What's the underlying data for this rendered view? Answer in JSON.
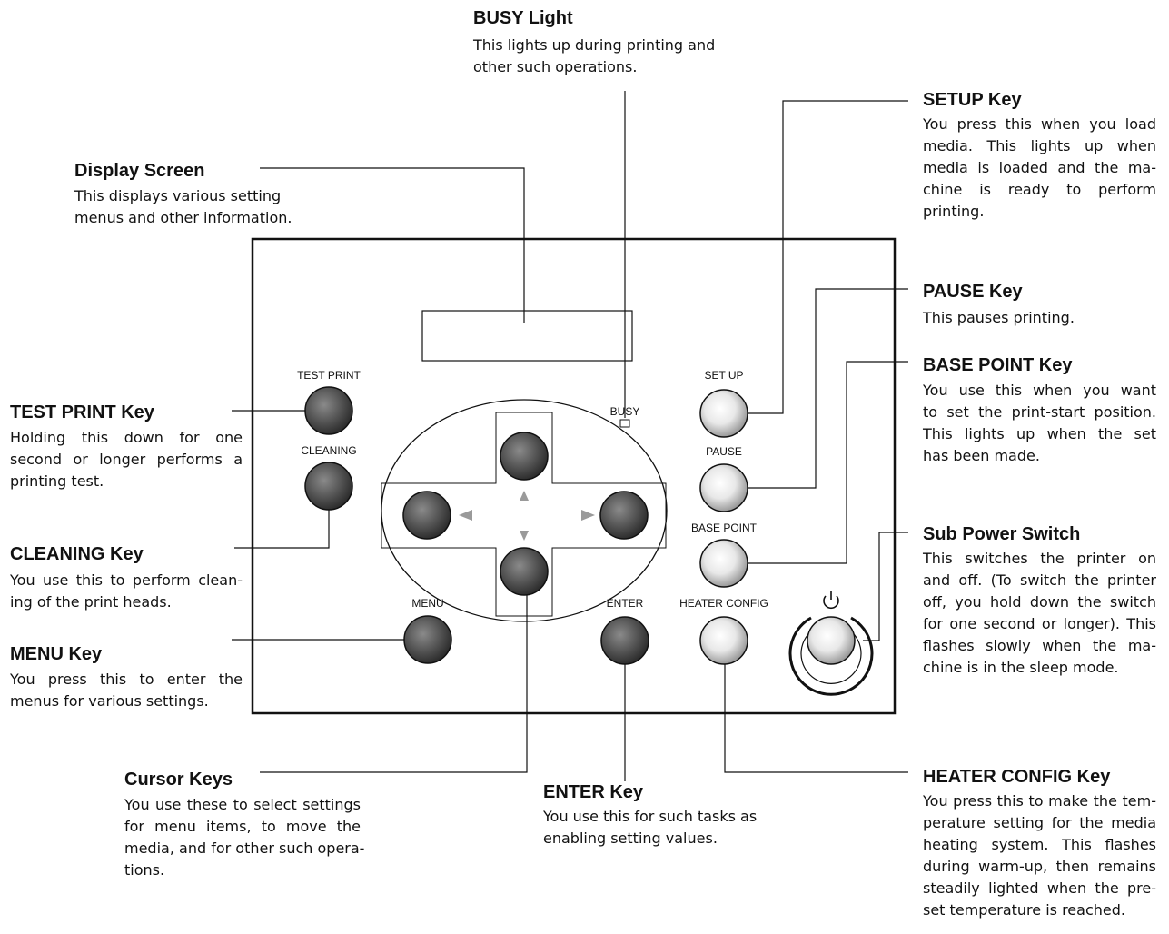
{
  "callouts": {
    "busy": {
      "title": "BUSY Light",
      "lines": [
        "This lights up during printing and",
        "other such operations."
      ]
    },
    "setup": {
      "title": "SETUP Key",
      "lines": [
        "You press this when you load",
        "media. This lights up when",
        "media is loaded and the ma-",
        "chine is ready to perform",
        "printing."
      ]
    },
    "display": {
      "title": "Display Screen",
      "lines": [
        "This displays various setting",
        "menus and other information."
      ]
    },
    "pause": {
      "title": "PAUSE Key",
      "lines": [
        "This pauses printing."
      ]
    },
    "base_point": {
      "title": "BASE POINT Key",
      "lines": [
        "You use this when you want",
        "to set the print-start position.",
        "This lights up when the set",
        "has been made."
      ]
    },
    "test_print": {
      "title": "TEST PRINT Key",
      "lines": [
        "Holding this down for one",
        "second or longer performs a",
        "printing test."
      ]
    },
    "sub_power": {
      "title": "Sub Power Switch",
      "lines": [
        "This switches the printer on",
        "and off. (To switch the printer",
        "off, you hold down the switch",
        "for one second or longer). This",
        "flashes slowly  when the ma-",
        "chine is in the sleep mode."
      ]
    },
    "cleaning": {
      "title": "CLEANING Key",
      "lines": [
        "You use this to perform clean-",
        "ing of the print heads."
      ]
    },
    "menu": {
      "title": "MENU Key",
      "lines": [
        "You press this to enter the",
        "menus for various settings."
      ]
    },
    "cursor": {
      "title": "Cursor Keys",
      "lines": [
        "You use these to select settings",
        "for menu items, to move the",
        "media, and for other such opera-",
        "tions."
      ]
    },
    "enter": {
      "title": "ENTER Key",
      "lines": [
        "You use this for such tasks as",
        "enabling setting values."
      ]
    },
    "heater": {
      "title": "HEATER CONFIG Key",
      "lines": [
        "You press this to make the tem-",
        "perature setting for the media",
        "heating system. This flashes",
        "during warm-up, then remains",
        "steadily lighted when the pre-",
        "set temperature is reached."
      ]
    }
  },
  "panel_labels": {
    "test_print": "TEST PRINT",
    "cleaning": "CLEANING",
    "busy": "BUSY",
    "set_up": "SET UP",
    "pause": "PAUSE",
    "base_point": "BASE POINT",
    "menu": "MENU",
    "enter": "ENTER",
    "heater_config": "HEATER CONFIG"
  },
  "icons": {
    "power": "power-icon",
    "arrow_up": "arrow-up-icon",
    "arrow_down": "arrow-down-icon",
    "arrow_left": "arrow-left-icon",
    "arrow_right": "arrow-right-icon"
  },
  "colors": {
    "line": "#111111",
    "dark_key": "#555555",
    "lit_key": "#f2f2f2",
    "arrow": "#9a9a9a"
  }
}
